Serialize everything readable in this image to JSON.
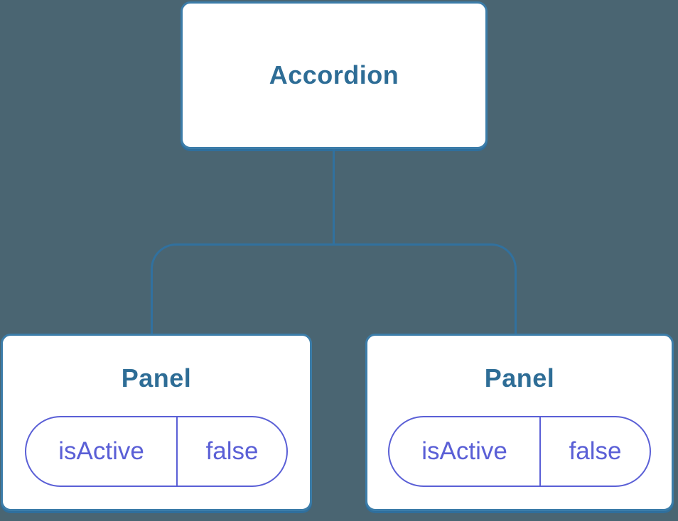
{
  "diagram": {
    "root": {
      "label": "Accordion"
    },
    "children": [
      {
        "label": "Panel",
        "state": {
          "key": "isActive",
          "value": "false"
        }
      },
      {
        "label": "Panel",
        "state": {
          "key": "isActive",
          "value": "false"
        }
      }
    ]
  },
  "colors": {
    "bg": "#4A6572",
    "line": "#31719F",
    "node-border": "#3C7DA9",
    "node-shadow": "#2F6F9D",
    "node-fill": "#FFFFFF",
    "title": "#2E6D96",
    "purple": "#5A5FD6"
  }
}
